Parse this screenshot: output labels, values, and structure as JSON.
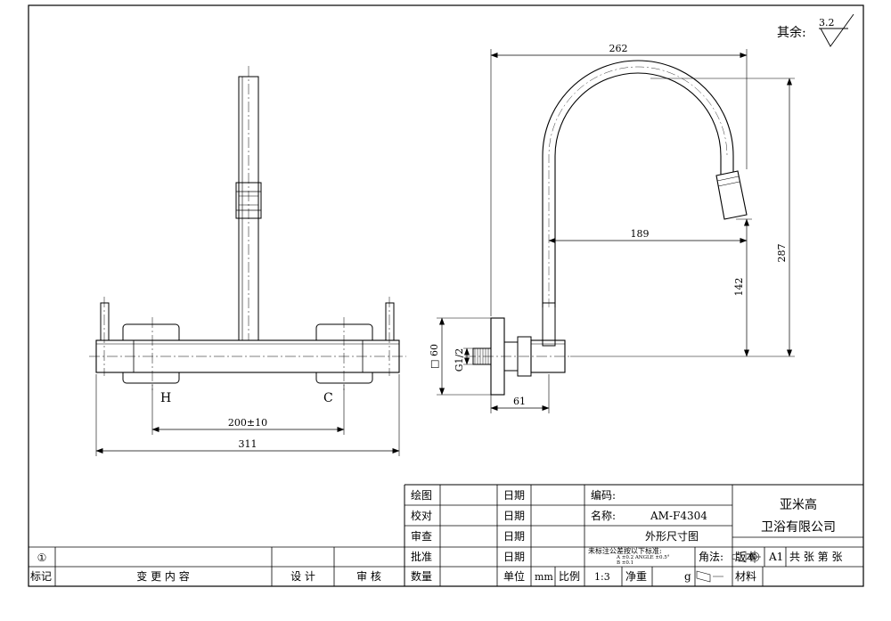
{
  "drawing": {
    "roughness": {
      "label": "其余:",
      "value": "3.2"
    },
    "front_view": {
      "label_hot": "H",
      "label_cold": "C",
      "dim_centers": "200±10",
      "dim_overall": "311"
    },
    "side_view": {
      "dim_width": "262",
      "dim_height": "287",
      "dim_reach": "189",
      "dim_spout_height": "142",
      "dim_square": "□ 60",
      "dim_thread": "G1/2",
      "dim_depth": "61"
    }
  },
  "title_block": {
    "draw_label": "绘图",
    "check_label": "校对",
    "review_label": "审查",
    "approve_label": "批准",
    "date_label": "日期",
    "code_label": "编码:",
    "name_label": "名称:",
    "model": "AM-F4304",
    "drawing_type": "外形尺寸图",
    "company_line1": "亚米高",
    "company_line2": "卫浴有限公司",
    "tolerance_note": "未标注公差按以下标准:",
    "tolerance_small_1": "A    ±0.2     ANGLE ±0.5°",
    "tolerance_small_2": "B    ±0.1",
    "projection_label": "角法:",
    "version_label": "版本",
    "version_value": "A1",
    "sheets_label": "共  张 第  张",
    "quantity_label": "数量",
    "unit_label": "单位",
    "unit_value": "mm",
    "scale_label": "比例",
    "scale_value": "1:3",
    "weight_label": "净重",
    "weight_unit": "g",
    "material_label": "材料",
    "rev_marker": "①",
    "mark_label": "标记",
    "change_label": "变  更  内  容",
    "design_label": "设  计",
    "audit_label": "审  核"
  }
}
